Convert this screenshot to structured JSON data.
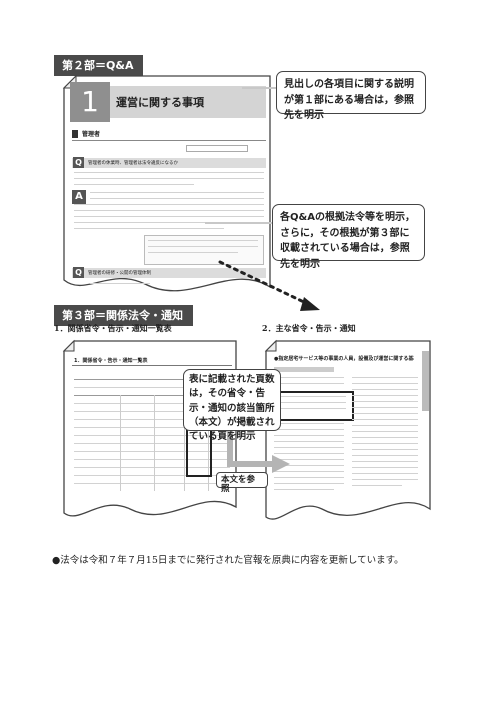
{
  "part2": {
    "label": "第２部＝Q&A",
    "chapter_number": "1",
    "chapter_title": "運営に関する事項",
    "section_title": "管理者",
    "qa1_heading": "管理者の休業時、管理者は法令違反になるか",
    "qa2_heading": "管理者の研修・公開の管理体制",
    "q_marker": "Q",
    "a_marker": "A"
  },
  "callouts": {
    "top": "見出しの各項目に関する説明が第１部にある場合は，参照先を明示",
    "middle": "各Q&Aの根拠法令等を明示，さらに，その根拠が第３部に収載されている場合は，参照先を明示",
    "lower": "表に記載された頁数は，その省令・告示・通知の該当箇所（本文）が掲載されている頁を明示",
    "ref": "本文を参照"
  },
  "part3": {
    "label": "第３部＝関係法令・通知",
    "sub1": "1．関係省令・告示・通知一覧表",
    "sub2": "2．主な省令・告示・通知",
    "list_title": "1．関係省令・告示・通知一覧表",
    "doc_title": "●指定居宅サービス等の事業の人員，設備及び運営に関する基準(抄)"
  },
  "footer": {
    "note": "●法令は令和７年７月15日までに発行された官報を原典に内容を更新しています。"
  }
}
